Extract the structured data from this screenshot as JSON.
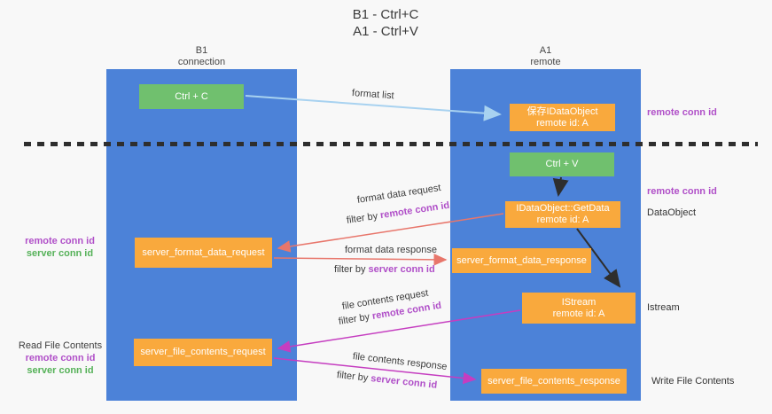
{
  "title": {
    "line1": "B1 - Ctrl+C",
    "line2": "A1 - Ctrl+V"
  },
  "lifelines": {
    "left": {
      "name": "B1",
      "role": "connection"
    },
    "right": {
      "name": "A1",
      "role": "remote"
    }
  },
  "nodes": {
    "ctrl_c": {
      "label": "Ctrl + C"
    },
    "ctrl_v": {
      "label": "Ctrl + V"
    },
    "save_idataobject": {
      "line1": "保存IDataObject",
      "line2": "remote id: A"
    },
    "getdata": {
      "line1": "IDataObject::GetData",
      "line2": "remote id: A"
    },
    "istream": {
      "line1": "IStream",
      "line2": "remote id: A"
    },
    "server_format_data_request": {
      "label": "server_format_data_request"
    },
    "server_format_data_response": {
      "label": "server_format_data_response"
    },
    "server_file_contents_request": {
      "label": "server_file_contents_request"
    },
    "server_file_contents_response": {
      "label": "server_file_contents_response"
    }
  },
  "messages": {
    "format_list": "format list",
    "format_data_request": "format data request",
    "format_data_response": "format data response",
    "file_contents_request": "file contents request",
    "file_contents_response": "file contents response",
    "filter_by": "filter by ",
    "remote_conn_id": "remote conn id",
    "server_conn_id": "server conn id"
  },
  "annotations": {
    "remote_conn_id": "remote conn id",
    "server_conn_id": "server conn id",
    "dataobject": "DataObject",
    "istream": "Istream",
    "read_file_contents": "Read File Contents",
    "write_file_contents": "Write File Contents"
  },
  "colors": {
    "lifeline_blue": "#4c82d8",
    "box_green": "#70c06e",
    "box_orange": "#f9a93d",
    "accent_purple": "#b04fc8",
    "accent_green": "#55b158",
    "arrow_salmon": "#e8766b",
    "arrow_magenta": "#c53dc0",
    "arrow_lightblue": "#a8d2f0",
    "arrow_black": "#2e2e2e"
  }
}
